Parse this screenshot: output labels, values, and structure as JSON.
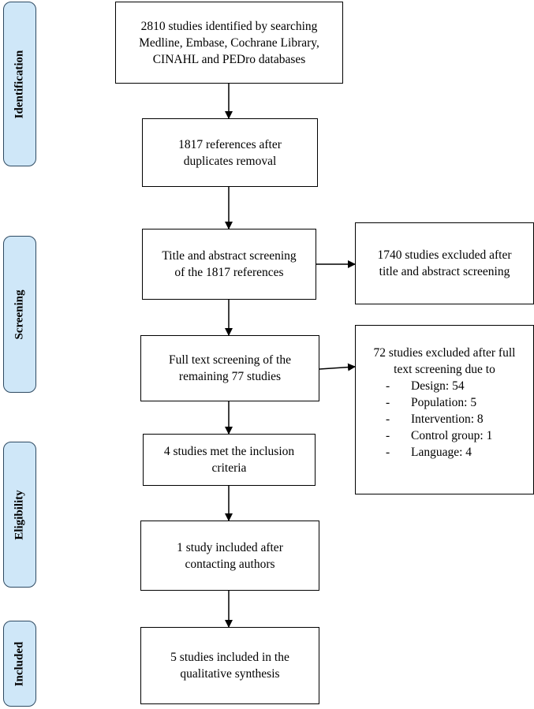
{
  "phases": {
    "identification": "Identification",
    "screening": "Screening",
    "eligibility": "Eligibility",
    "included": "Included"
  },
  "boxes": {
    "identified": [
      "2810 studies identified by searching",
      "Medline, Embase, Cochrane Library,",
      "CINAHL and PEDro databases"
    ],
    "duplicates": [
      "1817 references after",
      "duplicates removal"
    ],
    "title_screening": [
      "Title and abstract screening",
      "of the 1817 references"
    ],
    "fulltext": [
      "Full text screening of the",
      "remaining 77 studies"
    ],
    "met_criteria": [
      "4 studies met the inclusion",
      "criteria"
    ],
    "contacting": [
      "1 study included after",
      "contacting authors"
    ],
    "synthesis": [
      "5 studies included in the",
      "qualitative synthesis"
    ]
  },
  "exclusions": {
    "title_abstract": [
      "1740 studies excluded after",
      "title and abstract screening"
    ],
    "fulltext": {
      "head": [
        "72 studies excluded after full",
        "text screening due to"
      ],
      "bullet": "-",
      "reasons": [
        "Design: 54",
        "Population: 5",
        "Intervention: 8",
        "Control group: 1",
        "Language: 4"
      ]
    }
  }
}
